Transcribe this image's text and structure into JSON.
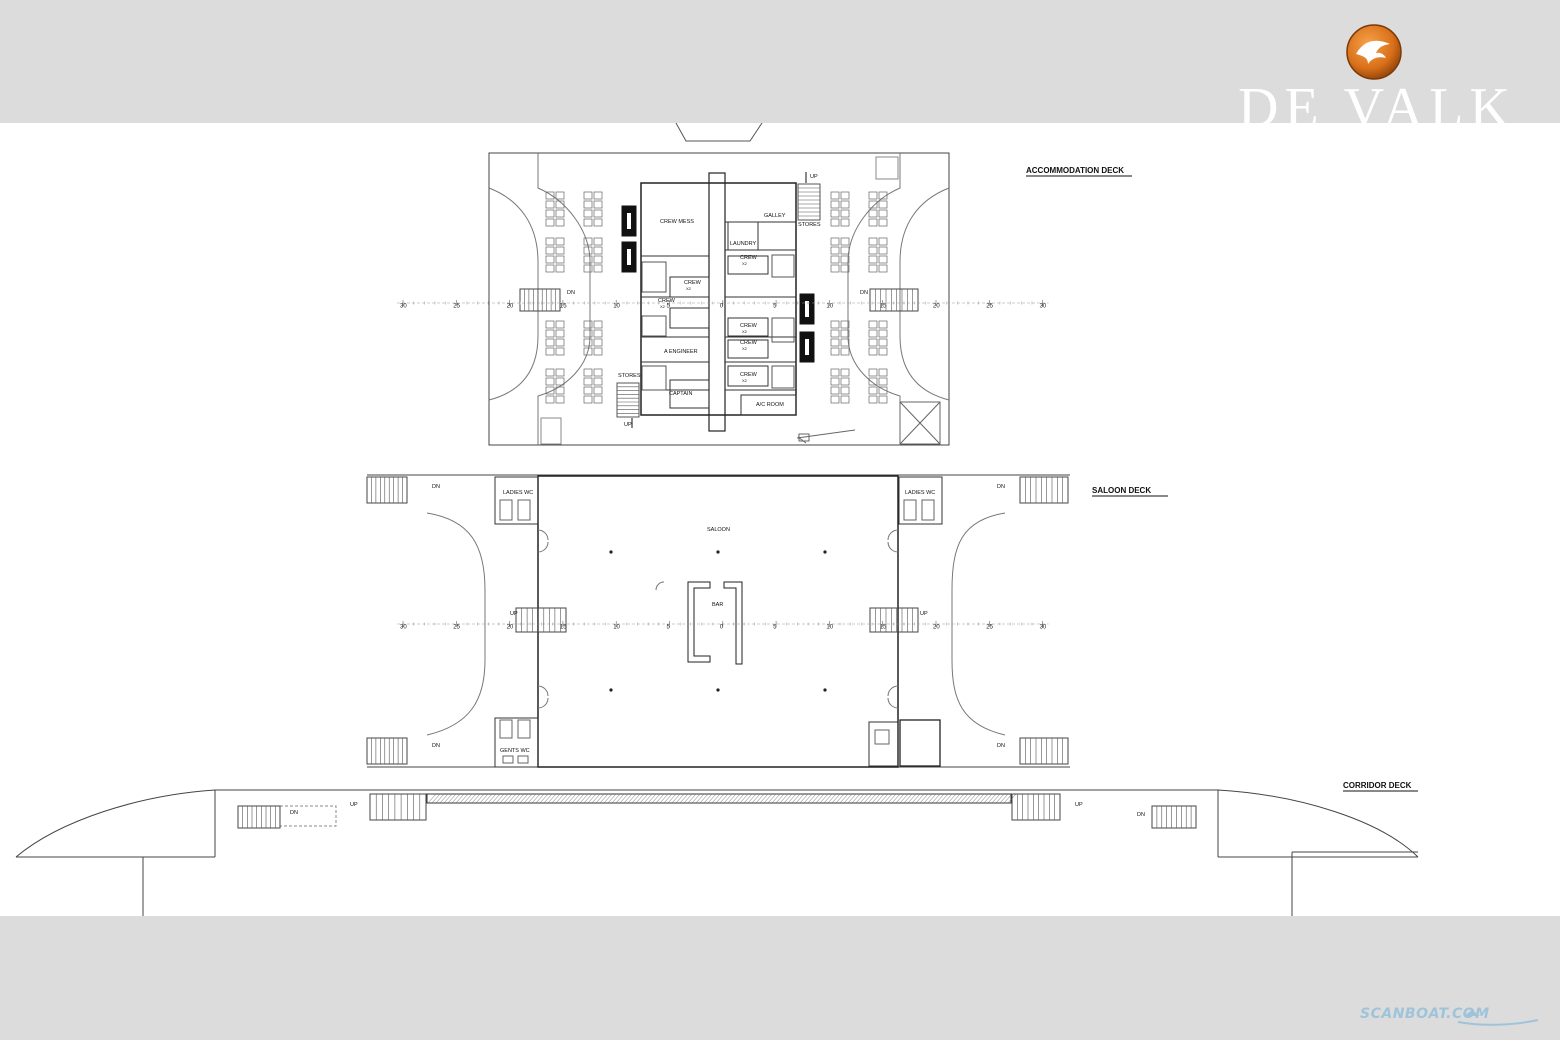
{
  "brand": {
    "name": "DE VALK",
    "logo_icon": "falcon-logo-icon",
    "accent": "#e07b1f"
  },
  "watermark": {
    "text": "SCANBOAT.COM",
    "icon": "boat-wave-icon",
    "color": "#9fc4da"
  },
  "decks": {
    "accommodation": {
      "title": "ACCOMMODATION DECK",
      "rooms": {
        "crew_mess": "CREW MESS",
        "galley": "GALLEY",
        "laundry": "LAUNDRY",
        "stores_top": "STORES",
        "stores_bottom": "STORES",
        "engineer": "A ENGINEER",
        "captain": "CAPTAIN",
        "ac_room": "A/C ROOM",
        "crew": "CREW",
        "crew_count": "X2"
      },
      "stair_up": "UP",
      "stair_dn": "DN"
    },
    "saloon": {
      "title": "SALOON DECK",
      "rooms": {
        "saloon": "SALOON",
        "bar": "BAR",
        "ladies_wc": "LADIES WC",
        "gents_wc": "GENTS WC"
      },
      "stair_up": "UP",
      "stair_dn": "DN"
    },
    "corridor": {
      "title": "CORRIDOR DECK",
      "stair_up": "UP",
      "stair_dn": "DN"
    }
  },
  "frame_scale": [
    "30",
    "25",
    "20",
    "15",
    "10",
    "5",
    "0",
    "5",
    "10",
    "15",
    "20",
    "25",
    "30"
  ]
}
